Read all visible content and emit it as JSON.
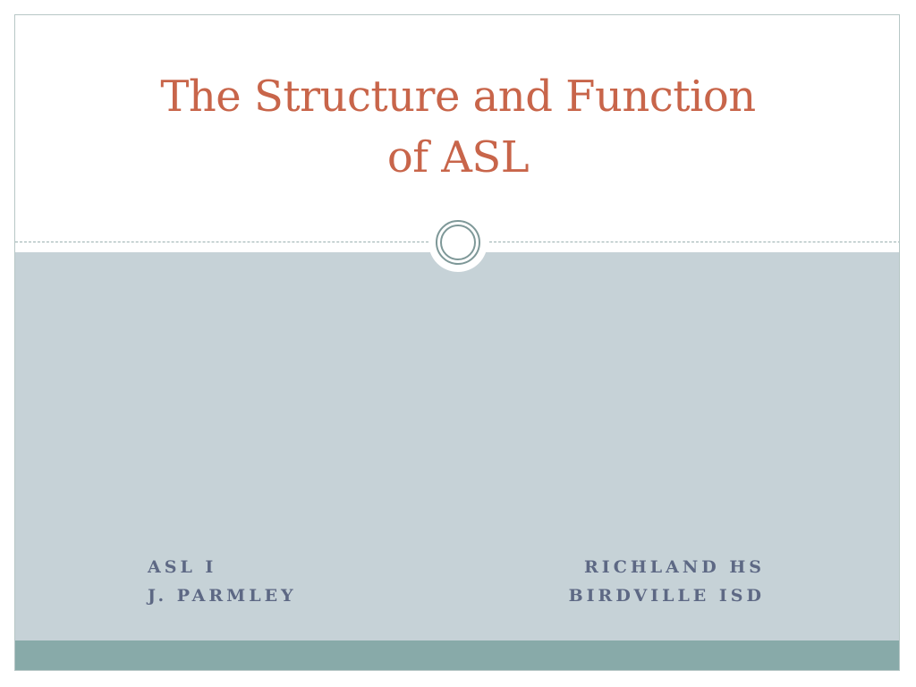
{
  "slide": {
    "title_line1": "The Structure and Function",
    "title_line2": "of ASL",
    "subtitle_left": [
      "ASL I",
      "J. PARMLEY"
    ],
    "subtitle_right": [
      "RICHLAND HS",
      "BIRDVILLE ISD"
    ]
  },
  "colors": {
    "title": "#c8654a",
    "subtitle": "#5d6884",
    "band": "#c6d2d7",
    "band_bottom": "#88aaa9",
    "medallion": "#7e9898"
  },
  "icons": [
    "double-ring-medallion"
  ]
}
